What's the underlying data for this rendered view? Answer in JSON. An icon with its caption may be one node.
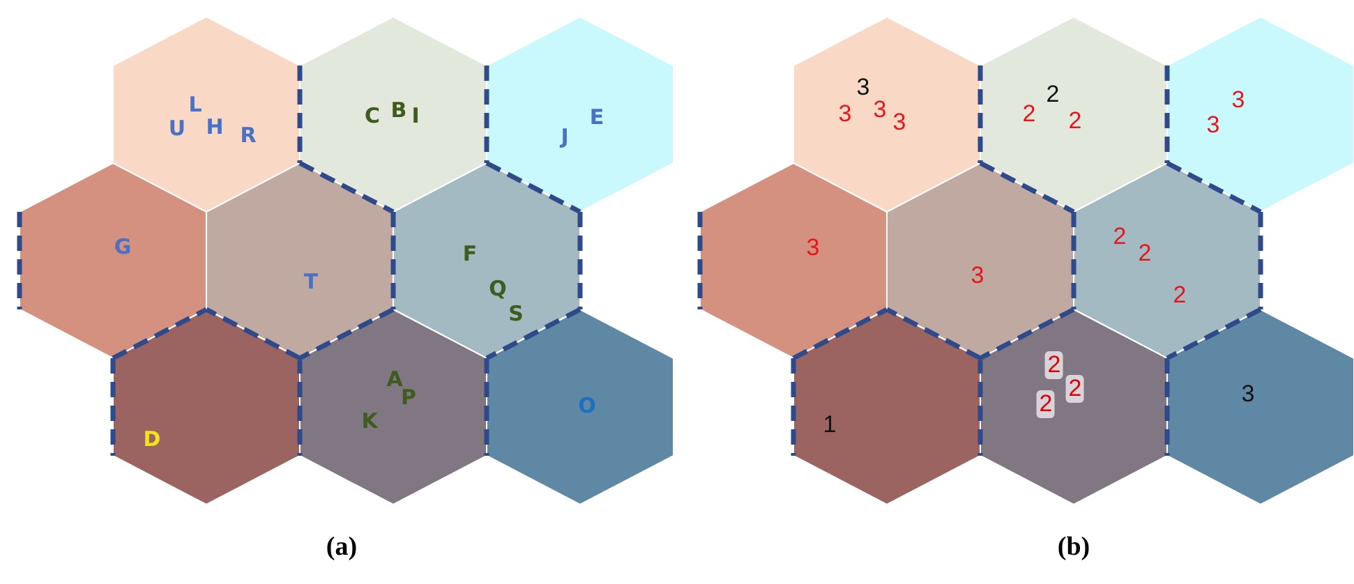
{
  "diagram": {
    "nodes": [
      {
        "text": [
          "U",
          "L",
          "H",
          "R"
        ]
      },
      {
        "text": [
          "C",
          "B",
          "I"
        ]
      },
      {
        "text": [
          "J",
          "E"
        ]
      },
      {
        "text": [
          "G"
        ]
      },
      {
        "text": [
          "T"
        ]
      },
      {
        "text": [
          "F",
          "Q",
          "S"
        ]
      },
      {
        "text": [
          "D"
        ]
      },
      {
        "text": [
          "A",
          "P",
          "K"
        ]
      },
      {
        "text": [
          "O"
        ]
      },
      {
        "text": [
          "3",
          "3",
          "3",
          "3"
        ]
      },
      {
        "text": [
          "2",
          "2",
          "2"
        ]
      },
      {
        "text": [
          "3",
          "3"
        ]
      },
      {
        "text": [
          "3"
        ]
      },
      {
        "text": [
          "3"
        ]
      },
      {
        "text": [
          "2",
          "2",
          "2"
        ]
      },
      {
        "text": [
          "1"
        ]
      },
      {
        "text": [
          "2",
          "2",
          "2"
        ]
      },
      {
        "text": [
          "3"
        ]
      }
    ],
    "labels": [
      "(a)",
      "(b)"
    ]
  }
}
